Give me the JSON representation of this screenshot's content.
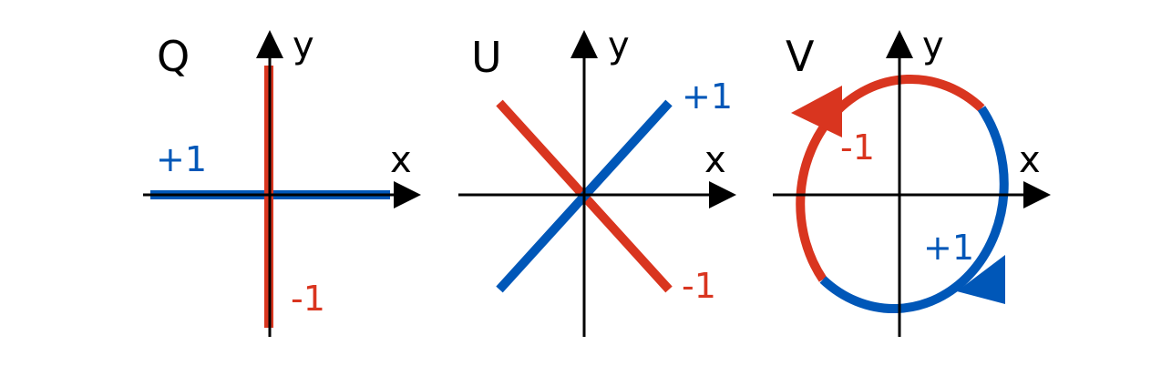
{
  "colors": {
    "positive": "#0057b8",
    "negative": "#d9351f",
    "axis": "#000000"
  },
  "panels": [
    {
      "id": "Q",
      "title": "Q",
      "x_label": "x",
      "y_label": "y",
      "positive_label": "+1",
      "negative_label": "-1"
    },
    {
      "id": "U",
      "title": "U",
      "x_label": "x",
      "y_label": "y",
      "positive_label": "+1",
      "negative_label": "-1"
    },
    {
      "id": "V",
      "title": "V",
      "x_label": "x",
      "y_label": "y",
      "positive_label": "+1",
      "negative_label": "-1"
    }
  ]
}
